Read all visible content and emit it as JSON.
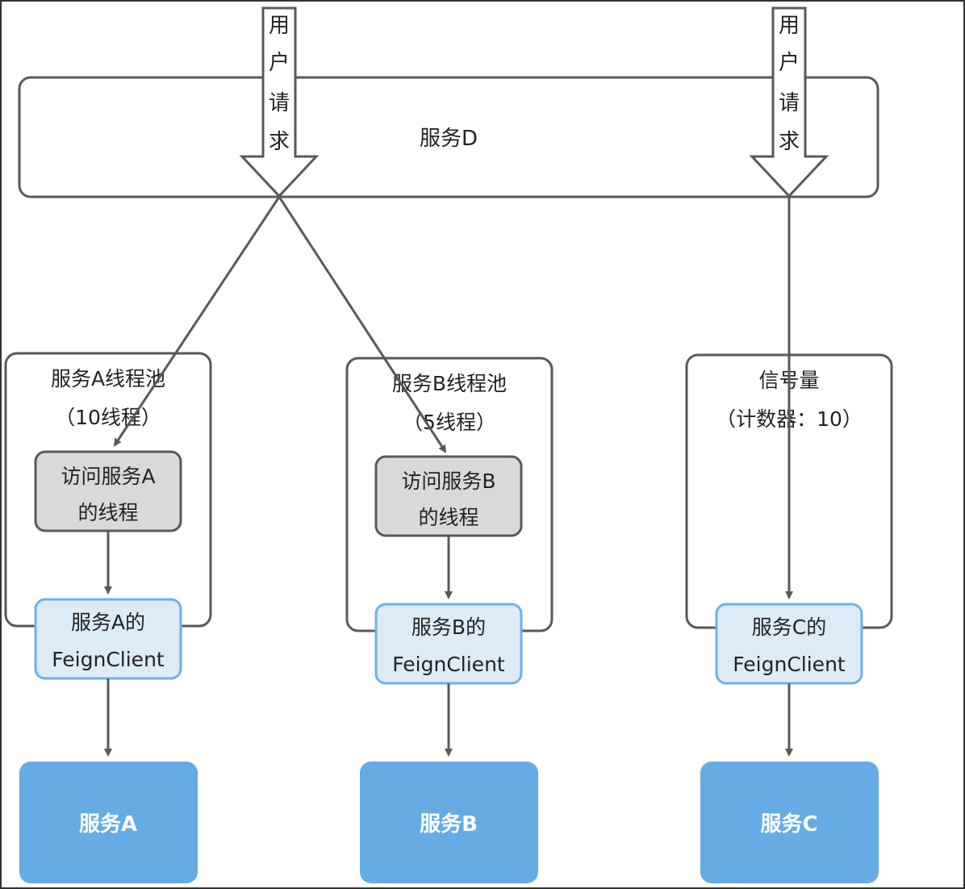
{
  "service_d": {
    "label": "服务D"
  },
  "user_requests": [
    {
      "chars": [
        "用",
        "户",
        "请",
        "求"
      ]
    },
    {
      "chars": [
        "用",
        "户",
        "请",
        "求"
      ]
    }
  ],
  "pool_a": {
    "title": "服务A线程池",
    "subtitle": "（10线程）"
  },
  "pool_b": {
    "title": "服务B线程池",
    "subtitle": "（5线程）"
  },
  "semaphore": {
    "title": "信号量",
    "subtitle": "（计数器：10）"
  },
  "thread_a": {
    "line1": "访问服务A",
    "line2": "的线程"
  },
  "thread_b": {
    "line1": "访问服务B",
    "line2": "的线程"
  },
  "feign_a": {
    "line1": "服务A的",
    "line2": "FeignClient"
  },
  "feign_b": {
    "line1": "服务B的",
    "line2": "FeignClient"
  },
  "feign_c": {
    "line1": "服务C的",
    "line2": "FeignClient"
  },
  "service_a": {
    "label": "服务A"
  },
  "service_b": {
    "label": "服务B"
  },
  "service_c": {
    "label": "服务C"
  },
  "colors": {
    "line": "#595959",
    "thread_fill": "#d9d9d9",
    "feign_fill": "#ddebf7",
    "feign_border": "#6cb1e6",
    "service_fill": "#66ace4",
    "frame": "#333333"
  }
}
